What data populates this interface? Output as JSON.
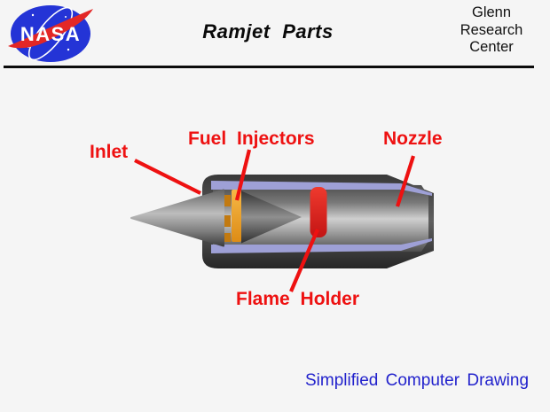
{
  "header": {
    "logo_text": "NASA",
    "title": "Ramjet Parts",
    "org_lines": [
      "Glenn",
      "Research",
      "Center"
    ]
  },
  "diagram": {
    "labels": {
      "inlet": "Inlet",
      "fuel_injectors": "Fuel Injectors",
      "nozzle": "Nozzle",
      "flame_holder": "Flame Holder"
    }
  },
  "footer": {
    "caption": "Simplified Computer Drawing"
  },
  "colors": {
    "label-red": "#EE1111",
    "caption-blue": "#2222CC",
    "logo-blue": "#2434D6",
    "swoosh-red": "#E32726",
    "liner-lavender": "#9EA0D6",
    "injector-orange": "#EBA028",
    "injector-orange-dark": "#C27A10",
    "flame-red": "#DF2020",
    "rule-black": "#0B0B0B"
  }
}
